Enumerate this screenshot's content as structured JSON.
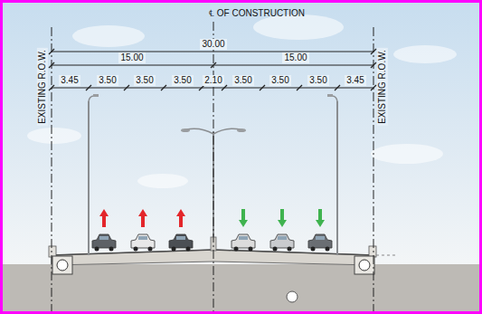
{
  "diagram": {
    "labels": [
      "℄ OF CONSTRUCTION",
      "EXISTING R.O.W.",
      "30.00",
      "EXISTING R.O.W.",
      "15.00",
      "15.00",
      "3.45",
      "3.50",
      "3.50",
      "3.50",
      "2.10",
      "3.50",
      "3.50",
      "3.50",
      "3.45"
    ]
  }
}
